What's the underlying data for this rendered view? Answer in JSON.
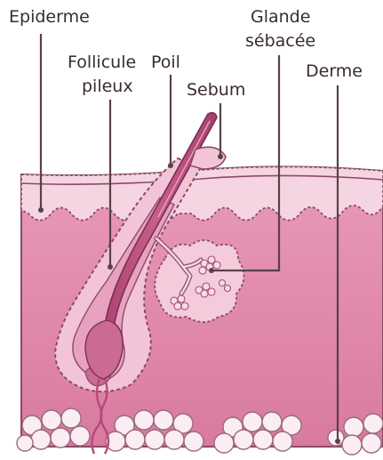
{
  "labels": {
    "epiderme": "Epiderme",
    "follicule_line1": "Follicule",
    "follicule_line2": "pileux",
    "poil": "Poil",
    "sebum": "Sebum",
    "glande_line1": "Glande",
    "glande_line2": "sébacée",
    "derme": "Derme"
  },
  "colors": {
    "skin_light": "#f6d5e2",
    "skin_dermis": "#e48fb0",
    "dermis_deep": "#d9779e",
    "hair": "#b44a78",
    "hair_dark": "#8e3560",
    "gland": "#f3cbdb",
    "outline": "#8a4a66",
    "fat": "#fbeef3",
    "text": "#3a2b30"
  }
}
